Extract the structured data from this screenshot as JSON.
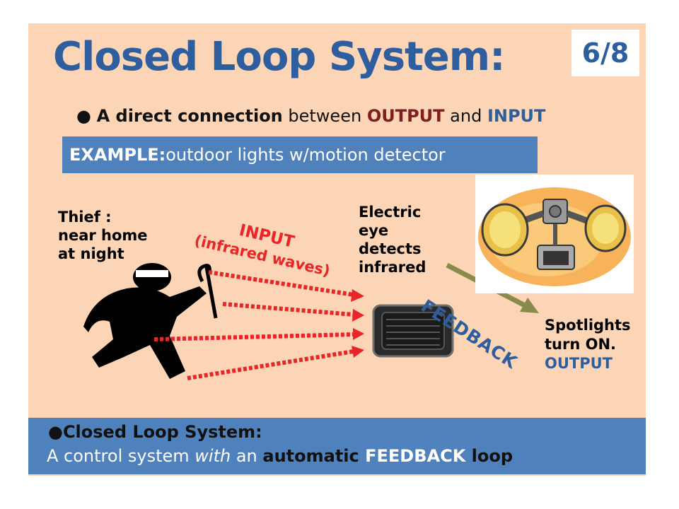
{
  "title": "Closed Loop System:",
  "page_number": "6/8",
  "bullet1": {
    "dot": "●",
    "part1": "A direct connection",
    "part2": " between ",
    "part3": "OUTPUT",
    "part4": " and ",
    "part5": "INPUT"
  },
  "example": {
    "prefix": "EXAMPLE:",
    "text": " outdoor lights  w/motion detector"
  },
  "thief_label": "Thief :\nnear home\nat night",
  "eye_label": "Electric\neye\ndetects\ninfrared",
  "input_label": {
    "line1": "INPUT",
    "line2": "(infrared waves)"
  },
  "feedback_label": "FEEDBACK",
  "output_label": {
    "line1": "Spotlights",
    "line2": "turn ON.",
    "line3": "OUTPUT"
  },
  "bottom": {
    "heading": "●Closed Loop System:",
    "t1": "A control system ",
    "t2": "with",
    "t3": " an ",
    "t4": "automatic ",
    "t5": "FEEDBACK",
    "t6": " loop"
  },
  "colors": {
    "slide_bg": "#fbd5b5",
    "accent_blue": "#2e5e9e",
    "bar_blue": "#4f81bd",
    "output_red": "#7f1f1f",
    "wave_red": "#e8262a"
  }
}
